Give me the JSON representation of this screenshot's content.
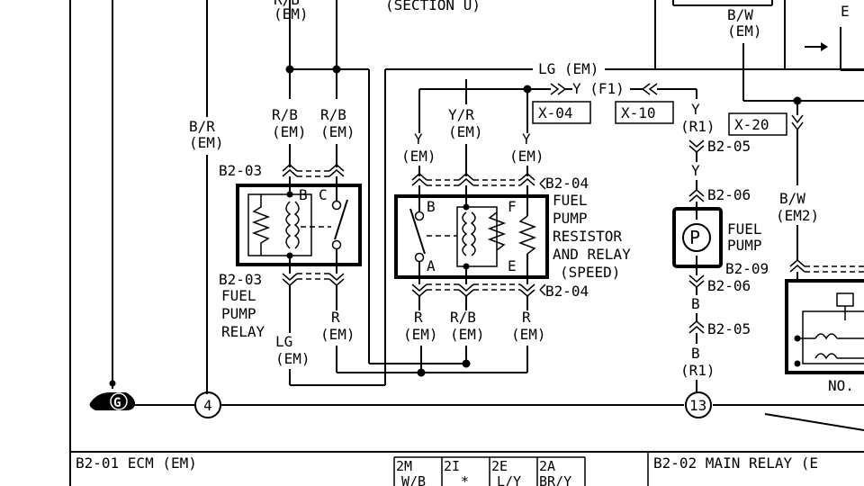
{
  "top": {
    "rb_em": [
      "R/B",
      "(EM)"
    ],
    "section": "(SECTION U)",
    "bw_top": [
      "B/W",
      "(EM)"
    ],
    "right_e": "E"
  },
  "wires": {
    "br": [
      "B/R",
      "(EM)"
    ],
    "rb1": [
      "R/B",
      "(EM)"
    ],
    "rb2": [
      "R/B",
      "(EM)"
    ],
    "lg_em_top": "LG (EM)",
    "y_f1": "Y (F1)",
    "yr": [
      "Y/R",
      "(EM)"
    ],
    "y_left": [
      "Y",
      "(EM)"
    ],
    "y_right": [
      "Y",
      "(EM)"
    ],
    "y_r1": [
      "Y",
      "(R1)"
    ],
    "y_mid": "Y",
    "bw_em2": [
      "B/W",
      "(EM2)"
    ],
    "lg_bottom": [
      "LG",
      "(EM)"
    ],
    "r1": [
      "R",
      "(EM)"
    ],
    "r2": [
      "R",
      "(EM)"
    ],
    "rb3": [
      "R/B",
      "(EM)"
    ],
    "r3": [
      "R",
      "(EM)"
    ],
    "b_mid": "B",
    "b_r1": [
      "B",
      "(R1)"
    ]
  },
  "connectors": {
    "x04": "X-04",
    "x10": "X-10",
    "x20": "X-20",
    "b2_03_top": "B2-03",
    "b2_03_bot": "B2-03",
    "b2_04_top": "B2-04",
    "b2_04_bot": "B2-04",
    "b2_05_top": "B2-05",
    "b2_06_top": "B2-06",
    "b2_06_bot": "B2-06",
    "b2_05_bot": "B2-05",
    "b2_09": "B2-09"
  },
  "components": {
    "fuel_pump_relay": [
      "FUEL",
      "PUMP",
      "RELAY"
    ],
    "relay_pins": {
      "b": "B",
      "c": "C"
    },
    "resistor_relay": [
      "FUEL",
      "PUMP",
      "RESISTOR",
      "AND RELAY",
      "(SPEED)"
    ],
    "resistor_pins": {
      "b": "B",
      "a": "A",
      "f": "F",
      "e": "E"
    },
    "fuel_pump": [
      "FUEL",
      "PUMP"
    ],
    "pump_symbol": "P",
    "no_label": "NO."
  },
  "grounds": {
    "g": "G",
    "n4": "4",
    "n13": "13"
  },
  "bottom": {
    "b2_01": "B2-01 ECM (EM)",
    "pins": [
      {
        "id": "2M",
        "color": "W/B"
      },
      {
        "id": "2I",
        "color": "*"
      },
      {
        "id": "2E",
        "color": "L/Y"
      },
      {
        "id": "2A",
        "color": "BR/Y"
      }
    ],
    "b2_02": "B2-02 MAIN RELAY (E"
  }
}
